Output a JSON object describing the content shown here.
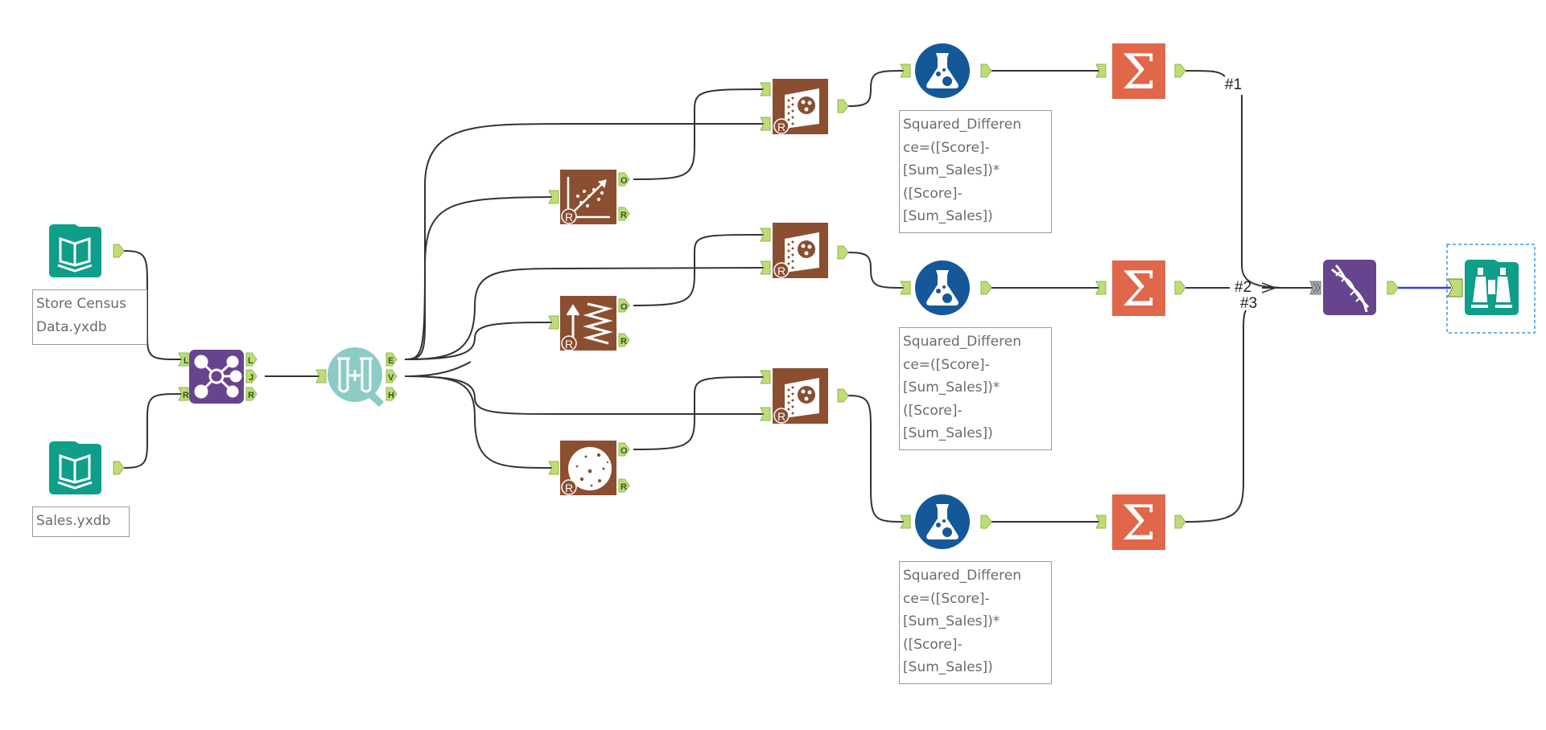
{
  "canvas": {
    "title": "Workflow canvas",
    "background": "#ffffff"
  },
  "colors": {
    "input_teal": "#0e9e8a",
    "join_purple": "#66458e",
    "sample_teal": "#8ccbc6",
    "predictive_brown": "#8b4e31",
    "formula_blue": "#15589a",
    "summarize_orange": "#e0674a",
    "union_purple": "#66458e",
    "browse_teal": "#0e9e8a",
    "anchor_green": "#bfdc77",
    "connection": "#333333",
    "selected_connection": "#3a3ae0",
    "selection_dashed": "#3d9be9"
  },
  "tools": {
    "input1": {
      "name": "Input Data",
      "icon": "book-icon",
      "label": "Store Census\nData.yxdb"
    },
    "input2": {
      "name": "Input Data",
      "icon": "book-icon",
      "label": "Sales.yxdb"
    },
    "join": {
      "name": "Join",
      "icon": "join-network-icon",
      "inputs": [
        "L",
        "R"
      ],
      "outputs": [
        "L",
        "J",
        "R"
      ]
    },
    "create_samples": {
      "name": "Create Samples",
      "icon": "test-tubes-icon",
      "outputs": [
        "E",
        "V",
        "H"
      ]
    },
    "models": [
      {
        "name": "Linear Regression",
        "icon": "scatter-regression-icon",
        "outputs": [
          "O",
          "R"
        ],
        "badge": "R"
      },
      {
        "name": "Boosted Model",
        "icon": "boosted-spring-icon",
        "outputs": [
          "O",
          "R"
        ],
        "badge": "R"
      },
      {
        "name": "Forest Model",
        "icon": "forest-dots-icon",
        "outputs": [
          "O",
          "R"
        ],
        "badge": "R"
      }
    ],
    "scores": [
      {
        "name": "Score",
        "icon": "score-icon",
        "badge": "R"
      },
      {
        "name": "Score",
        "icon": "score-icon",
        "badge": "R"
      },
      {
        "name": "Score",
        "icon": "score-icon",
        "badge": "R"
      }
    ],
    "formulas": [
      {
        "name": "Formula",
        "icon": "flask-icon",
        "label": "Squared_Differen\nce=([Score]-\n[Sum_Sales])*\n([Score]-\n[Sum_Sales])"
      },
      {
        "name": "Formula",
        "icon": "flask-icon",
        "label": "Squared_Differen\nce=([Score]-\n[Sum_Sales])*\n([Score]-\n[Sum_Sales])"
      },
      {
        "name": "Formula",
        "icon": "flask-icon",
        "label": "Squared_Differen\nce=([Score]-\n[Sum_Sales])*\n([Score]-\n[Sum_Sales])"
      }
    ],
    "summarizes": [
      {
        "name": "Summarize",
        "icon": "sigma-icon",
        "glyph": "Σ"
      },
      {
        "name": "Summarize",
        "icon": "sigma-icon",
        "glyph": "Σ"
      },
      {
        "name": "Summarize",
        "icon": "sigma-icon",
        "glyph": "Σ"
      }
    ],
    "union": {
      "name": "Union",
      "icon": "dna-icon"
    },
    "browse": {
      "name": "Browse",
      "icon": "binoculars-icon",
      "selected": true
    }
  },
  "connection_labels": [
    "#1",
    "#2",
    "#3"
  ]
}
